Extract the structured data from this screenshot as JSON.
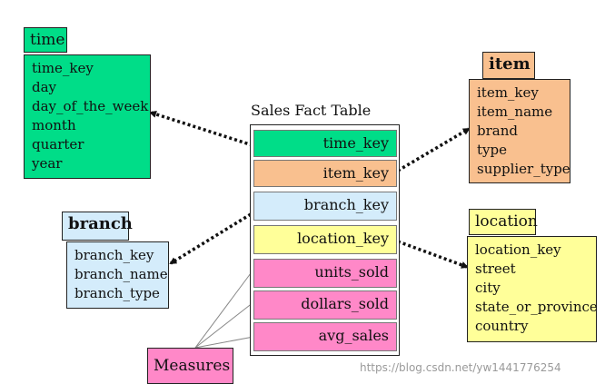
{
  "colors": {
    "green": "#00dd88",
    "orange": "#f9c08f",
    "blue": "#d4ecfb",
    "yellow": "#ffff99",
    "pink": "#ff88c8"
  },
  "fact_table": {
    "title": "Sales Fact Table",
    "keys": [
      "time_key",
      "item_key",
      "branch_key",
      "location_key"
    ],
    "measures": [
      "units_sold",
      "dollars_sold",
      "avg_sales"
    ]
  },
  "measures_label": "Measures",
  "dimensions": {
    "time": {
      "title": "time",
      "fields": [
        "time_key",
        "day",
        "day_of_the_week",
        "month",
        "quarter",
        "year"
      ]
    },
    "item": {
      "title": "item",
      "fields": [
        "item_key",
        "item_name",
        "brand",
        "type",
        "supplier_type"
      ]
    },
    "branch": {
      "title": "branch",
      "fields": [
        "branch_key",
        "branch_name",
        "branch_type"
      ]
    },
    "location": {
      "title": "location",
      "fields": [
        "location_key",
        "street",
        "city",
        "state_or_province",
        "country"
      ]
    }
  },
  "watermark": "https://blog.csdn.net/yw1441776254"
}
